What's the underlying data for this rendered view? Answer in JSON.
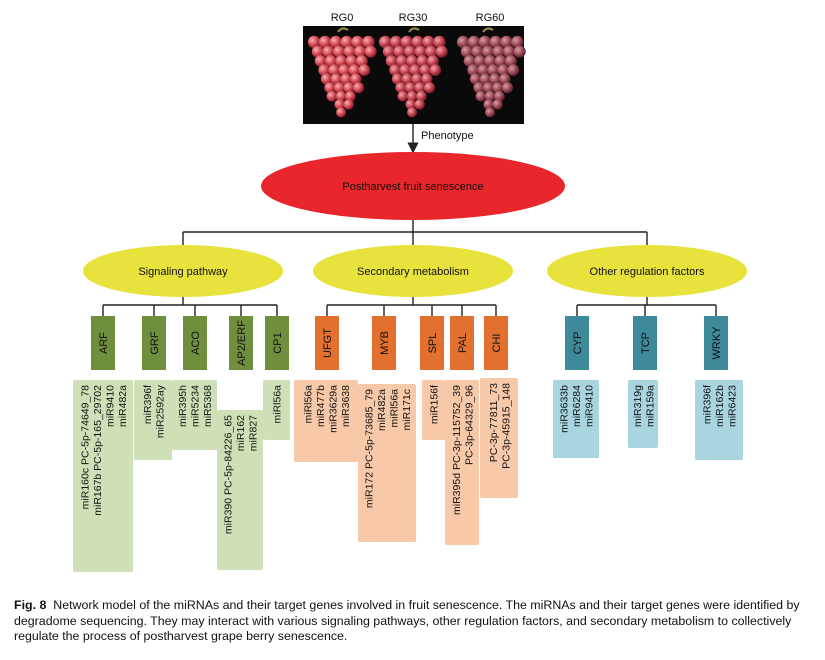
{
  "photo": {
    "labels": [
      "RG0",
      "RG30",
      "RG60"
    ],
    "arrow_label": "Phenotype"
  },
  "root": {
    "label": "Postharvest fruit senescence",
    "color": "#e8262b"
  },
  "categories": [
    {
      "label": "Signaling pathway",
      "color": "#e8e23c"
    },
    {
      "label": "Secondary metabolism",
      "color": "#e8e23c"
    },
    {
      "label": "Other regulation factors",
      "color": "#e8e23c"
    }
  ],
  "genes": [
    {
      "label": "ARF",
      "group": 0,
      "mirnas": [
        "miR160c PC-5p-74649_78",
        "miR167b PC-5p-165_29702",
        "miR9410",
        "miR482a"
      ]
    },
    {
      "label": "GRF",
      "group": 0,
      "mirnas": [
        "miR396f",
        "miR2592ay"
      ]
    },
    {
      "label": "ACO",
      "group": 0,
      "mirnas": [
        "miR395h",
        "miR5234",
        "miR5368"
      ]
    },
    {
      "label": "AP2/ERF",
      "group": 0,
      "mirnas": [
        "miR390 PC-5p-84226_65",
        "miR162",
        "miR827"
      ]
    },
    {
      "label": "CP1",
      "group": 0,
      "mirnas": [
        "miRl56a"
      ]
    },
    {
      "label": "UFGT",
      "group": 1,
      "mirnas": [
        "miRl56a",
        "miR477b",
        "miR3629a",
        "miR3638"
      ]
    },
    {
      "label": "MYB",
      "group": 1,
      "mirnas": [
        "miR172 PC-5p-73685_79",
        "miR482a",
        "miRl56a",
        "miR171c"
      ]
    },
    {
      "label": "SPL",
      "group": 1,
      "mirnas": [
        "miR156f"
      ]
    },
    {
      "label": "PAL",
      "group": 1,
      "mirnas": [
        "miR395d PC-3p-115752_39",
        "PC-3p-64329_96"
      ]
    },
    {
      "label": "CHI",
      "group": 1,
      "mirnas": [
        "PC-3p-77811_73",
        "PC-3p-45915_148"
      ]
    },
    {
      "label": "CYP",
      "group": 2,
      "mirnas": [
        "miR3633b",
        "miR6284",
        "miR9410"
      ]
    },
    {
      "label": "TCP",
      "group": 2,
      "mirnas": [
        "miR319g",
        "miR159a"
      ]
    },
    {
      "label": "WRKY",
      "group": 2,
      "mirnas": [
        "miR396f",
        "miR162b",
        "miR6423"
      ]
    }
  ],
  "group_colors": {
    "gene": [
      "#6f8f3e",
      "#e2702f",
      "#3e8a9a"
    ],
    "box": [
      "#cfe0b6",
      "#f7c9a9",
      "#a8d5df"
    ]
  },
  "caption": {
    "fig_label": "Fig. 8",
    "text": "Network model of the miRNAs and their target genes involved in fruit senescence.  The miRNAs and their target genes were identified by degradome sequencing.  They may interact with various signaling pathways, other regulation factors, and secondary metabolism to collectively regulate the process of postharvest grape berry senescence."
  }
}
